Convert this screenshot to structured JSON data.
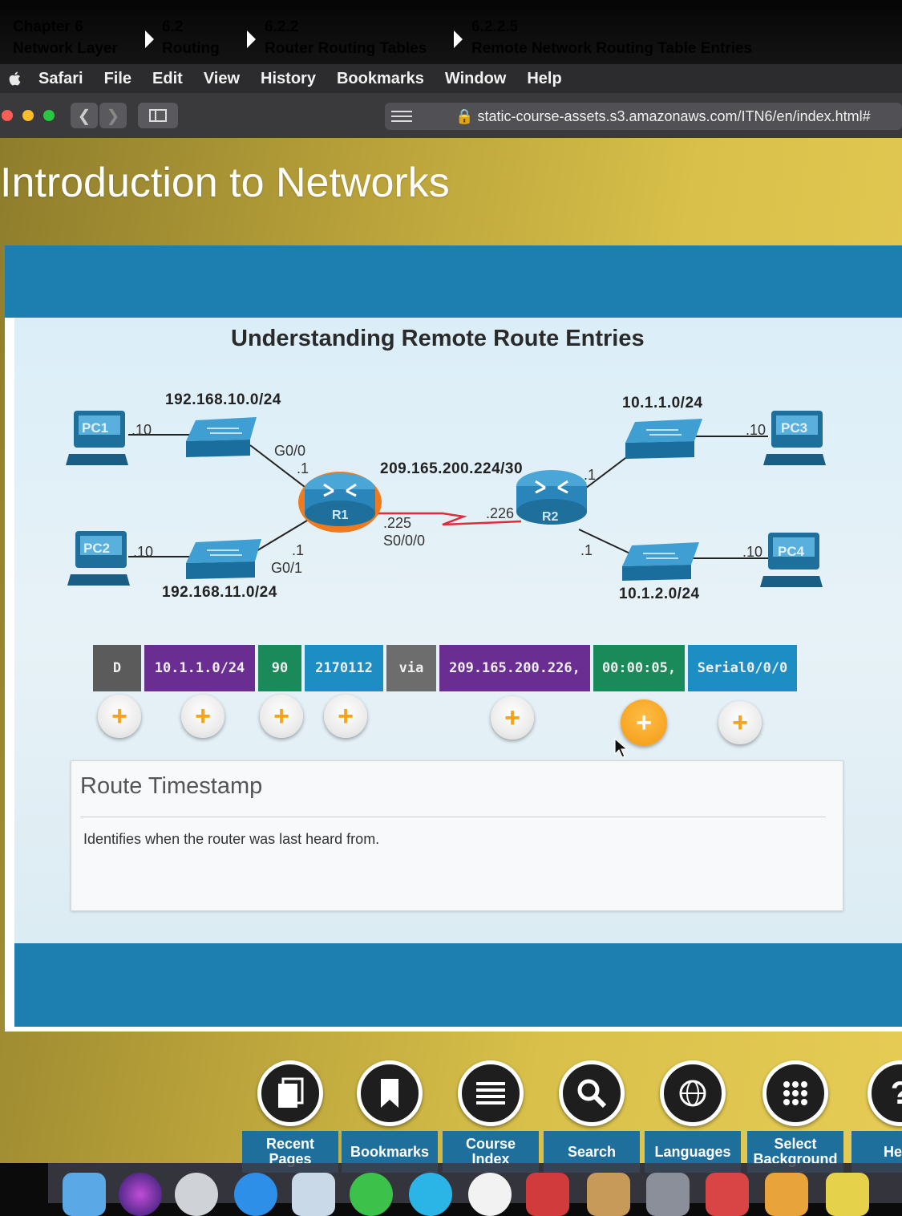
{
  "menubar": {
    "items": [
      "Safari",
      "File",
      "Edit",
      "View",
      "History",
      "Bookmarks",
      "Window",
      "Help"
    ]
  },
  "toolbar": {
    "url": "static-course-assets.s3.amazonaws.com/ITN6/en/index.html#"
  },
  "course": {
    "title": "Introduction to Networks"
  },
  "breadcrumbs": [
    {
      "num": "Chapter 6",
      "label": "Network Layer"
    },
    {
      "num": "6.2",
      "label": "Routing"
    },
    {
      "num": "6.2.2",
      "label": "Router Routing Tables"
    },
    {
      "num": "6.2.2.5",
      "label": "Remote Network Routing Table Entries"
    }
  ],
  "diagram": {
    "title": "Understanding Remote Route Entries",
    "devices": {
      "pc1": "PC1",
      "pc2": "PC2",
      "pc3": "PC3",
      "pc4": "PC4",
      "r1": "R1",
      "r2": "R2"
    },
    "networks": {
      "lan1": "192.168.10.0/24",
      "lan2": "192.168.11.0/24",
      "lan3": "10.1.1.0/24",
      "lan4": "10.1.2.0/24",
      "wan": "209.165.200.224/30"
    },
    "labels": {
      "pc1_host": ".10",
      "pc2_host": ".10",
      "pc3_host": ".10",
      "pc4_host": ".10",
      "r1_g00": "G0/0",
      "r1_g00_ip": ".1",
      "r1_g01": "G0/1",
      "r1_g01_ip": ".1",
      "r1_s000_ip": ".225",
      "r1_s000": "S0/0/0",
      "r2_wan_ip": ".226",
      "r2_top_ip": ".1",
      "r2_bot_ip": ".1"
    }
  },
  "route_entry": {
    "segments": [
      {
        "text": "D",
        "color": "#5b5b5b"
      },
      {
        "text": "10.1.1.0/24",
        "color": "#6a2d91"
      },
      {
        "text": "90",
        "color": "#1b8a5a"
      },
      {
        "text": "2170112",
        "color": "#1d8ec4"
      },
      {
        "text": "via",
        "color": "#6d6d6d"
      },
      {
        "text": "209.165.200.226,",
        "color": "#6a2d91"
      },
      {
        "text": "00:00:05,",
        "color": "#1b8a5a"
      },
      {
        "text": "Serial0/0/0",
        "color": "#1d8ec4"
      }
    ]
  },
  "info_panel": {
    "title": "Route Timestamp",
    "text": "Identifies when the router was last heard from."
  },
  "bottom_nav": [
    {
      "line1": "Recent",
      "line2": "Pages"
    },
    {
      "line1": "Bookmarks",
      "line2": ""
    },
    {
      "line1": "Course",
      "line2": "Index"
    },
    {
      "line1": "Search",
      "line2": ""
    },
    {
      "line1": "Languages",
      "line2": ""
    },
    {
      "line1": "Select",
      "line2": "Background"
    },
    {
      "line1": "He",
      "line2": ""
    }
  ],
  "colors": {
    "accent": "#1c7fb0",
    "plus_orange": "#f6a21a",
    "router_highlight": "#f07a1e",
    "wan_link": "#e02b3a"
  }
}
